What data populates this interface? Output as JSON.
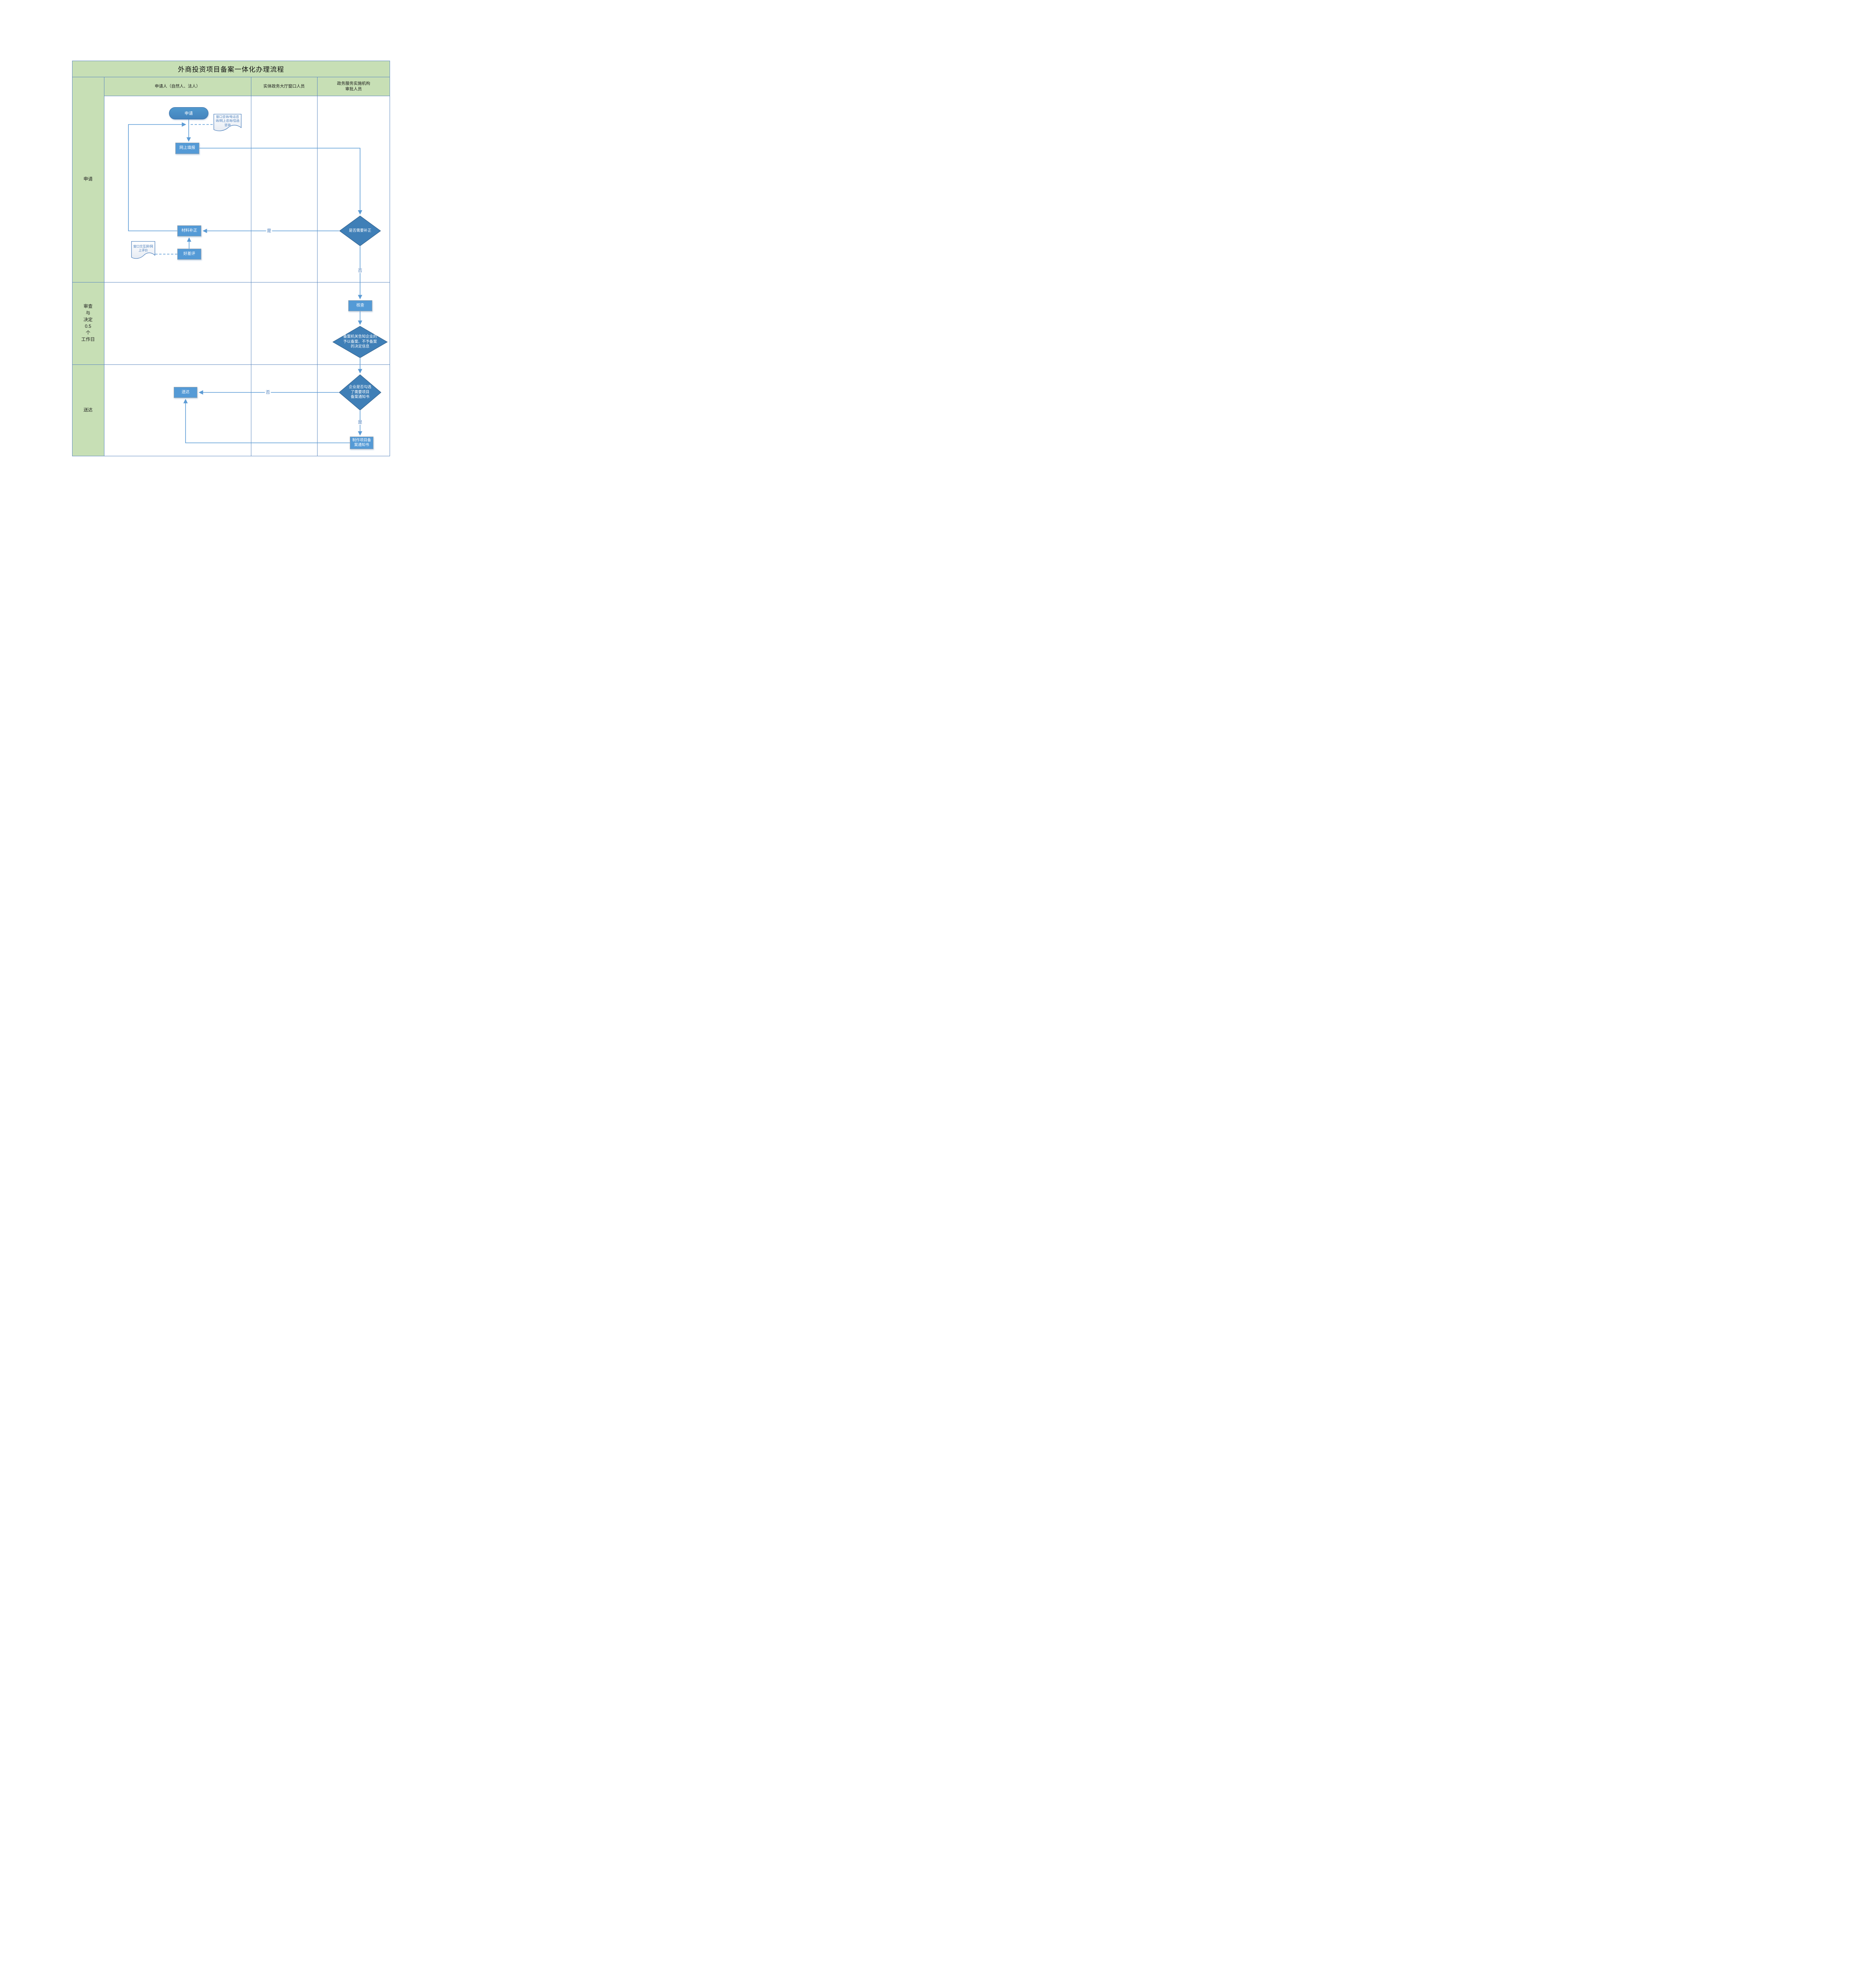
{
  "title": "外商投资项目备案一体化办理流程",
  "lane_headers": [
    "申请人（自然人、法人）",
    "实体政务大厅窗口人员",
    "政务服务实施机构\n审批人员"
  ],
  "stages": [
    "申请",
    "审查\n与\n决定\n0.5\n个\n工作日",
    "送达"
  ],
  "nodes": {
    "start": "申请",
    "consult_doc": "窗口咨询/电话咨询/网上咨询/信函咨询",
    "online_fill": "网上填报",
    "material_fix": "材料补正",
    "rating": "好差评",
    "rating_doc": "窗口交互屏/网上评价",
    "need_fix": "是否需要补正",
    "check": "核查",
    "notify_decision": "备案机关告知企业的\n予以备案、不予备案\n的决定信息",
    "ticked_notice": "企业是否勾选\n了需要项目\n备案通知书",
    "deliver": "送达",
    "make_notice": "制作项目备\n案通知书"
  },
  "edge_labels": {
    "yes_fix": "是",
    "no_fix": "否",
    "no_ticked": "否",
    "yes_ticked": "是"
  },
  "colors": {
    "lane_green": "#c7dfb5",
    "grid_blue": "#5c88bf",
    "process_blue": "#549ad6",
    "start_blue": "#4b92c8",
    "diamond_blue": "#3f7fb7",
    "connector_blue": "#5b9bd5",
    "edge_label_blue": "#4a7ebb"
  }
}
